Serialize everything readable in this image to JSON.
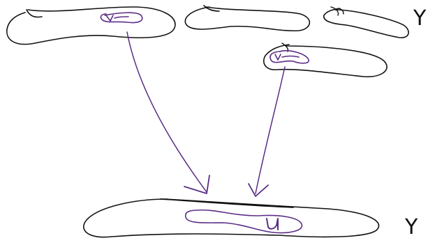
{
  "colors": {
    "background": "#ffffff",
    "ink_black": "#111111",
    "ink_purple": "#5b2d86"
  },
  "labels": {
    "top_right_space": "Y",
    "bottom_space": "Y",
    "top_left_subset": "v",
    "top_right_subset": "v",
    "bottom_subset": "u"
  }
}
